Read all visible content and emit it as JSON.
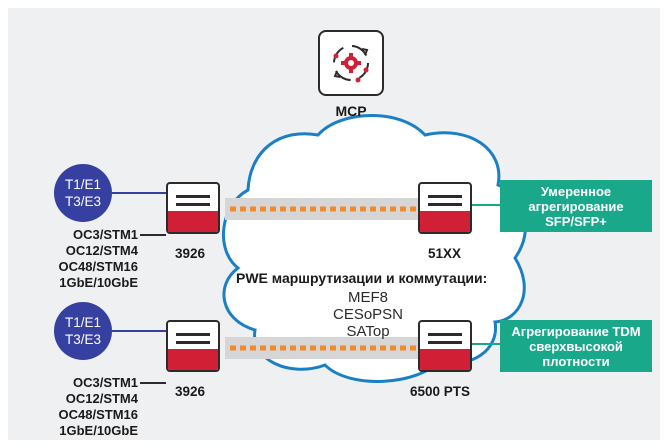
{
  "mcp": {
    "label": "MCP",
    "icon": "automation-gear-icon"
  },
  "pwe": {
    "title": "PWE маршрутизации и коммутации:",
    "items": [
      "MEF8",
      "CESoPSN",
      "SATop"
    ]
  },
  "sites": [
    {
      "badge": [
        "T1/E1",
        "T3/E3"
      ],
      "interfaces": [
        "OC3/STM1",
        "OC12/STM4",
        "OC48/STM16",
        "1GbE/10GbE"
      ],
      "left_device": "3926",
      "right_device": "51XX",
      "note": [
        "Умеренное",
        "агрегирование",
        "SFP/SFP+"
      ]
    },
    {
      "badge": [
        "T1/E1",
        "T3/E3"
      ],
      "interfaces": [
        "OC3/STM1",
        "OC12/STM4",
        "OC48/STM16",
        "1GbE/10GbE"
      ],
      "left_device": "3926",
      "right_device": "6500 PTS",
      "note": [
        "Агрегирование TDM",
        "сверхвысокой",
        "плотности"
      ]
    }
  ],
  "colors": {
    "cloud_stroke": "#1b7fc4",
    "badge": "#3540a0",
    "device_red": "#d11f36",
    "link_dots": "#f08a2c",
    "note_green": "#19a88a",
    "panel": "#eef0f2"
  }
}
